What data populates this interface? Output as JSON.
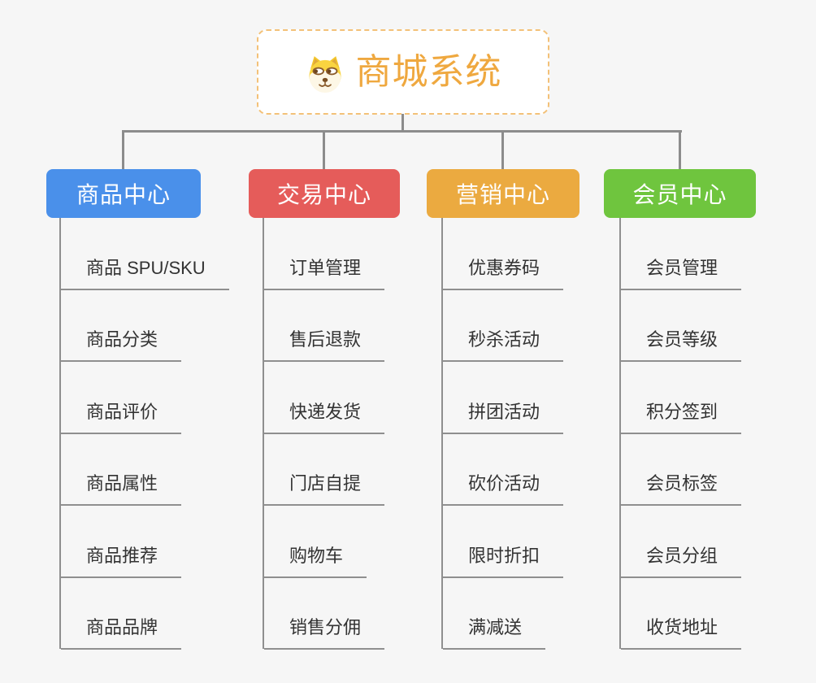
{
  "root": {
    "title": "商城系统",
    "icon": "dog-face-icon",
    "text_color": "#EFA83F",
    "border_color": "#F3C178",
    "background": "#FFFFFF"
  },
  "colors": {
    "page_background": "#F6F6F6",
    "connector": "#8C8C8C",
    "leaf_line": "#8F8F8F",
    "leaf_text": "#333333",
    "branch_text": "#FFFFFF"
  },
  "branches": [
    {
      "label": "商品中心",
      "color": "#4A90EA",
      "items": [
        "商品 SPU/SKU",
        "商品分类",
        "商品评价",
        "商品属性",
        "商品推荐",
        "商品品牌"
      ]
    },
    {
      "label": "交易中心",
      "color": "#E55C5A",
      "items": [
        "订单管理",
        "售后退款",
        "快递发货",
        "门店自提",
        "购物车",
        "销售分佣"
      ]
    },
    {
      "label": "营销中心",
      "color": "#EBAA40",
      "items": [
        "优惠券码",
        "秒杀活动",
        "拼团活动",
        "砍价活动",
        "限时折扣",
        "满减送"
      ]
    },
    {
      "label": "会员中心",
      "color": "#6FC53E",
      "items": [
        "会员管理",
        "会员等级",
        "积分签到",
        "会员标签",
        "会员分组",
        "收货地址"
      ]
    }
  ]
}
